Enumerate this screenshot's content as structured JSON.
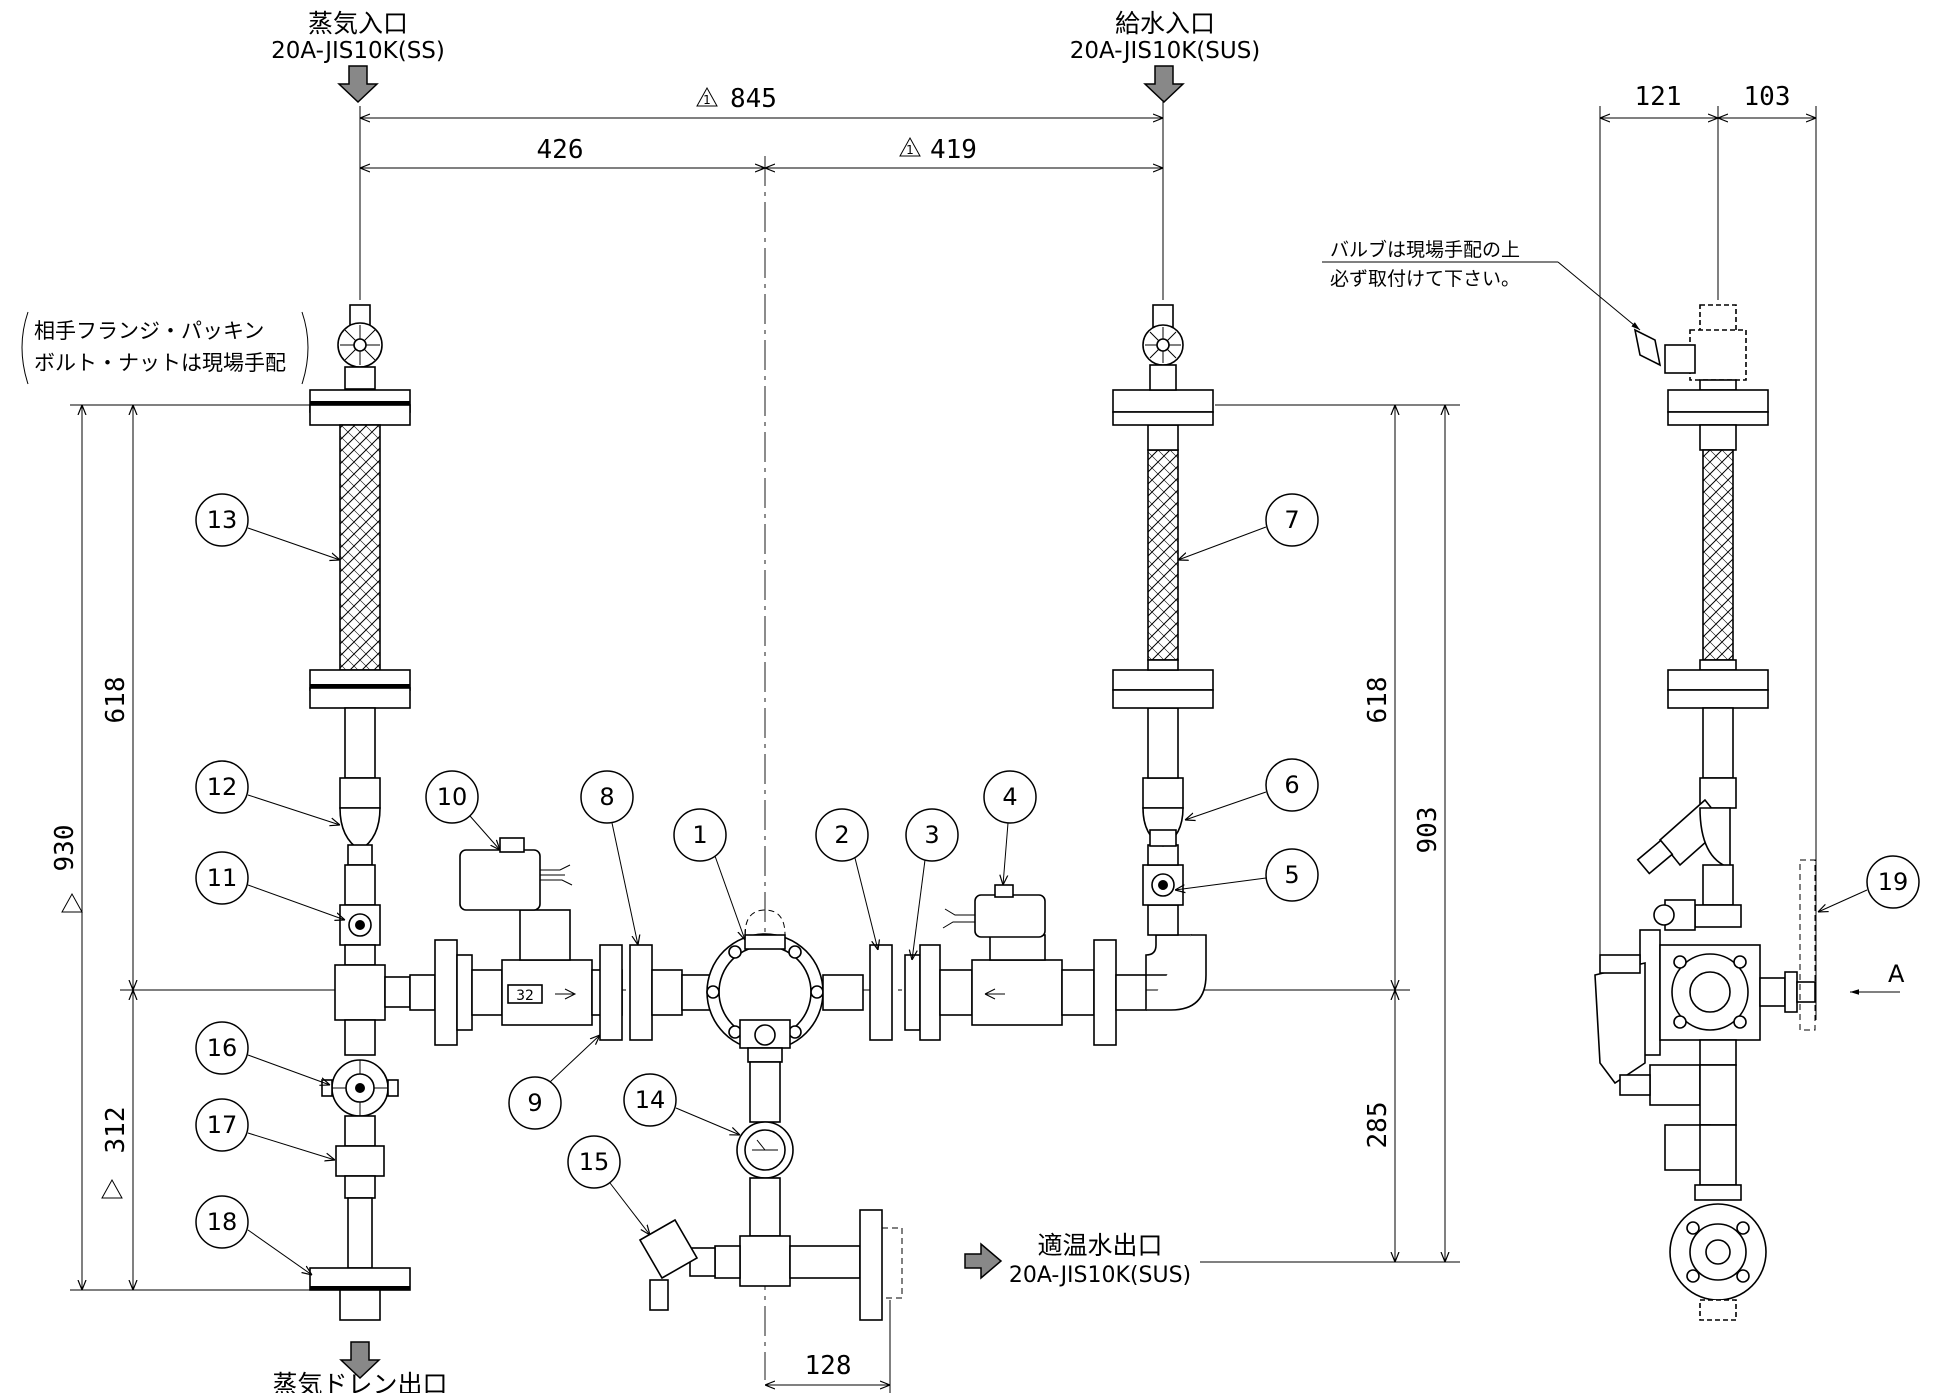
{
  "inlets": {
    "steam_in_title": "蒸気入口",
    "steam_in_spec": "20A-JIS10K(SS)",
    "water_in_title": "給水入口",
    "water_in_spec": "20A-JIS10K(SUS)",
    "outlet_title": "適温水出口",
    "outlet_spec": "20A-JIS10K(SUS)",
    "drain_title": "蒸気ドレン出口"
  },
  "notes": {
    "left_line1": "相手フランジ・パッキン",
    "left_line2": "ボルト・ナットは現場手配",
    "right_line1": "バルブは現場手配の上",
    "right_line2": "必ず取付けて下さい。"
  },
  "dimensions": {
    "d845": "845",
    "d426": "426",
    "d419": "419",
    "d121": "121",
    "d103": "103",
    "d618_left": "618",
    "d930": "930",
    "d312": "312",
    "d618_right": "618",
    "d903": "903",
    "d285": "285",
    "d128": "128"
  },
  "revision_mark": "1",
  "view_label": "A",
  "strainer_size": "32",
  "balloons": [
    "1",
    "2",
    "3",
    "4",
    "5",
    "6",
    "7",
    "8",
    "9",
    "10",
    "11",
    "12",
    "13",
    "14",
    "15",
    "16",
    "17",
    "18",
    "19"
  ]
}
